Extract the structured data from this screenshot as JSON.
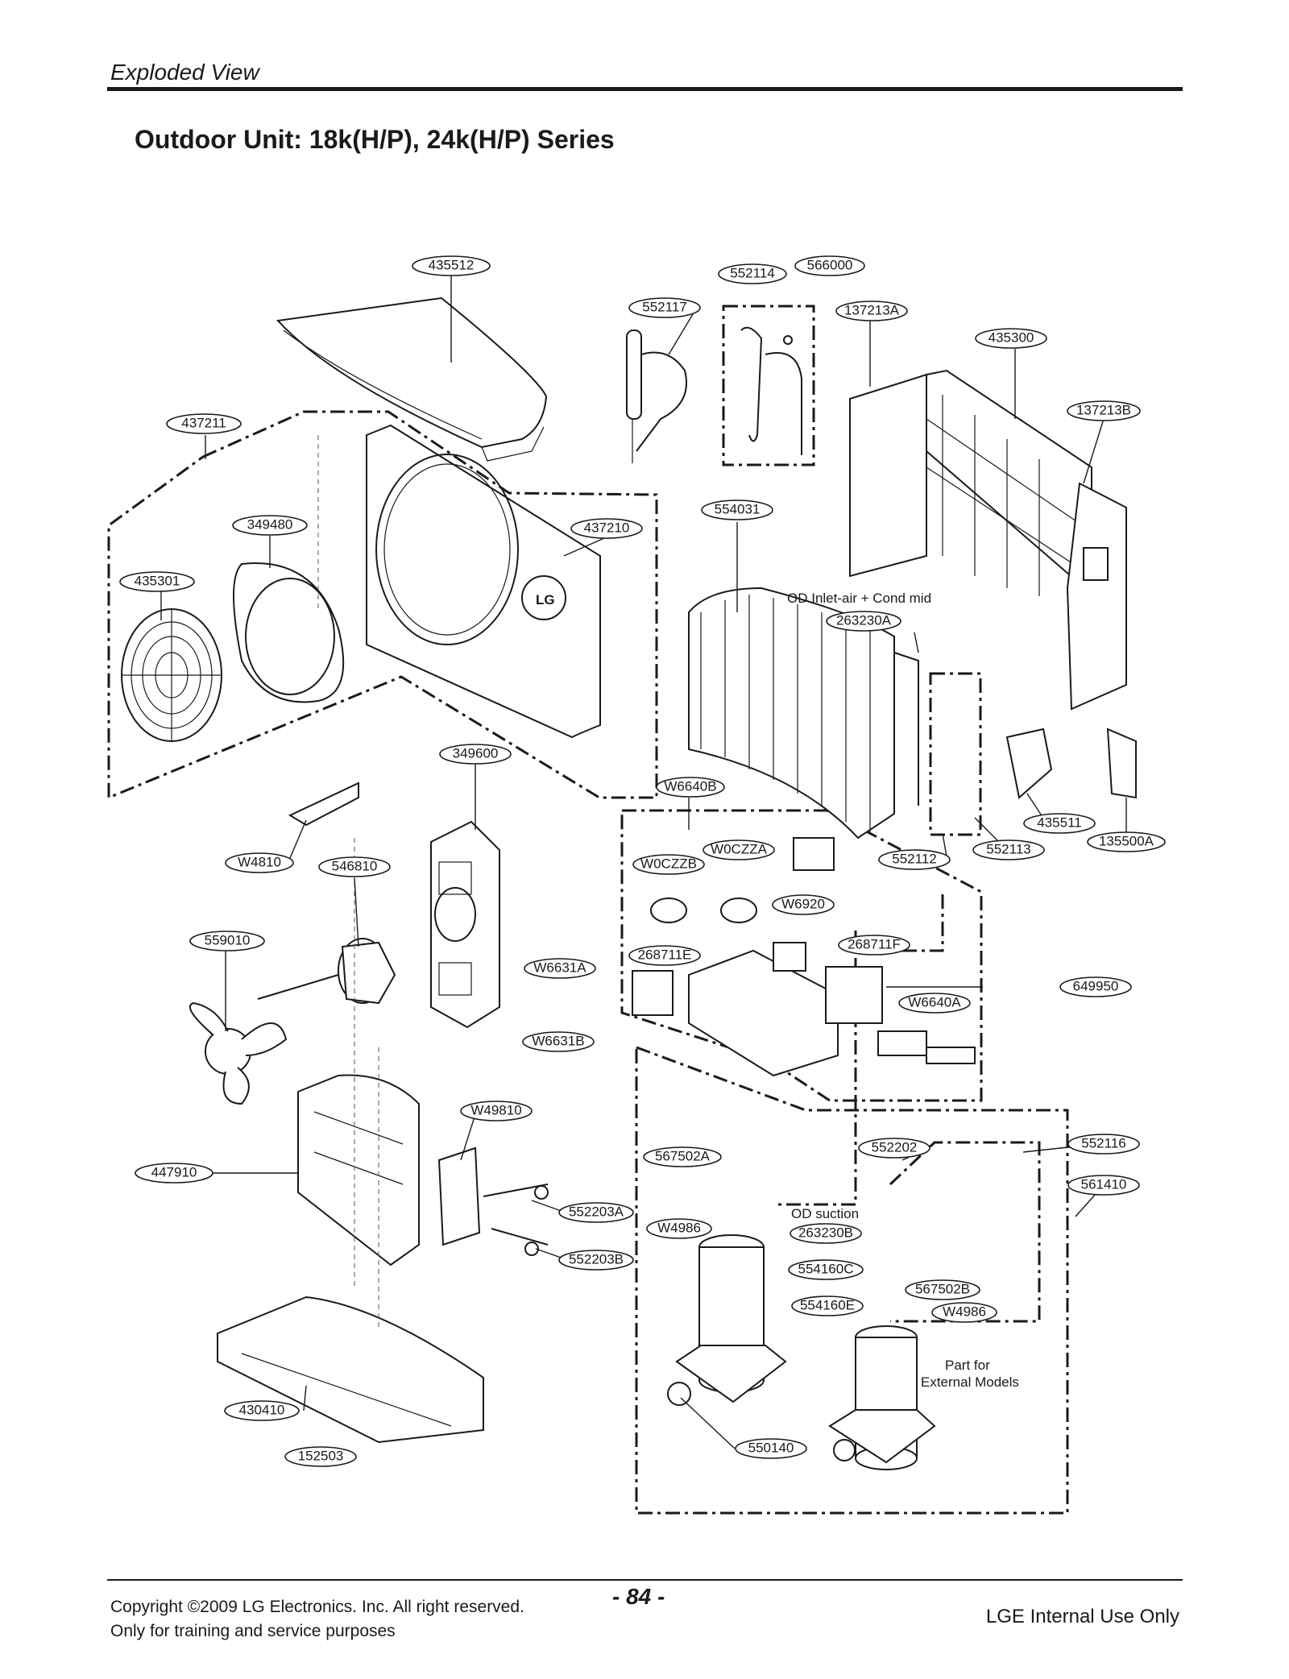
{
  "header": {
    "section": "Exploded View",
    "title": "Outdoor Unit: 18k(H/P), 24k(H/P) Series"
  },
  "footer": {
    "copyright": "Copyright ©2009 LG Electronics. Inc. All right reserved.",
    "training": "Only for training and service purposes",
    "page_number": "- 84 -",
    "internal": "LGE Internal Use Only"
  },
  "labels": {
    "p435512": "435512",
    "p552114": "552114",
    "p566000": "566000",
    "p552117": "552117",
    "p137213A": "137213A",
    "p435300": "435300",
    "p137213B": "137213B",
    "p437211": "437211",
    "p349480": "349480",
    "p437210": "437210",
    "p554031": "554031",
    "p435301": "435301",
    "p263230A": "263230A",
    "p349600": "349600",
    "p W6640B": "W6640B",
    "pW0CZZA": "W0CZZA",
    "pW0CZZB": "W0CZZB",
    "p552112": "552112",
    "p552113": "552113",
    "p435511": "435511",
    "p135500A": "135500A",
    "pW4810": "W4810",
    "p546810": "546810",
    "pW6920": "W6920",
    "p559010": "559010",
    "p268711E": "268711E",
    "p268711F": "268711F",
    "pW6631A": "W6631A",
    "p649950": "649950",
    "pW6640A": "W6640A",
    "pW6631B": "W6631B",
    "pW49810": "W49810",
    "p567502A": "567502A",
    "p552202": "552202",
    "p552116": "552116",
    "p447910": "447910",
    "p561410": "561410",
    "p552203A": "552203A",
    "pW4986a": "W4986",
    "p263230B": "263230B",
    "p552203B": "552203B",
    "p554160C": "554160C",
    "p567502B": "567502B",
    "p554160E": "554160E",
    "pW4986b": "W4986",
    "p430410": "430410",
    "p550140": "550140",
    "p152503": "152503"
  },
  "notes": {
    "inlet": "OD Inlet-air + Cond mid",
    "suction": "OD suction",
    "external_1": "Part for",
    "external_2": "External Models"
  }
}
